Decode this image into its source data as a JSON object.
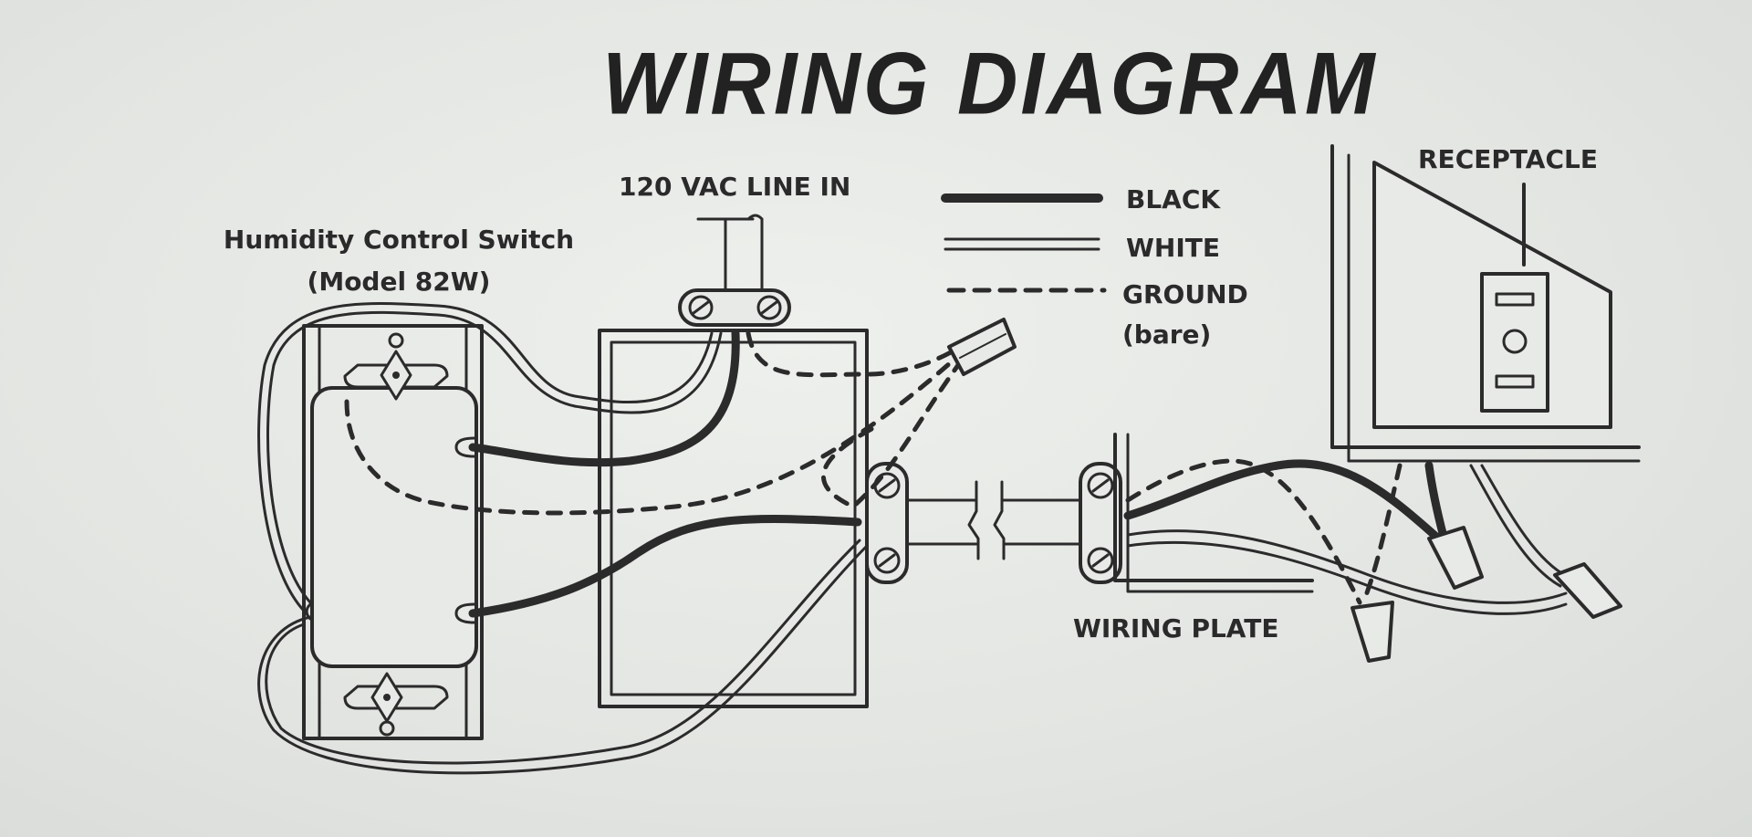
{
  "title": "WIRING DIAGRAM",
  "labels": {
    "line_in": "120 VAC LINE IN",
    "switch_name": "Humidity Control Switch",
    "switch_model": "(Model 82W)",
    "receptacle": "RECEPTACLE",
    "wiring_plate": "WIRING PLATE"
  },
  "legend": [
    {
      "label": "BLACK",
      "style": "thick-solid"
    },
    {
      "label": "WHITE",
      "style": "double-line"
    },
    {
      "label": "GROUND",
      "style": "dashed"
    },
    {
      "label": "(bare)",
      "style": "none"
    }
  ],
  "colors": {
    "ink": "#2b2b2b",
    "paper": "#e4e6e3"
  }
}
